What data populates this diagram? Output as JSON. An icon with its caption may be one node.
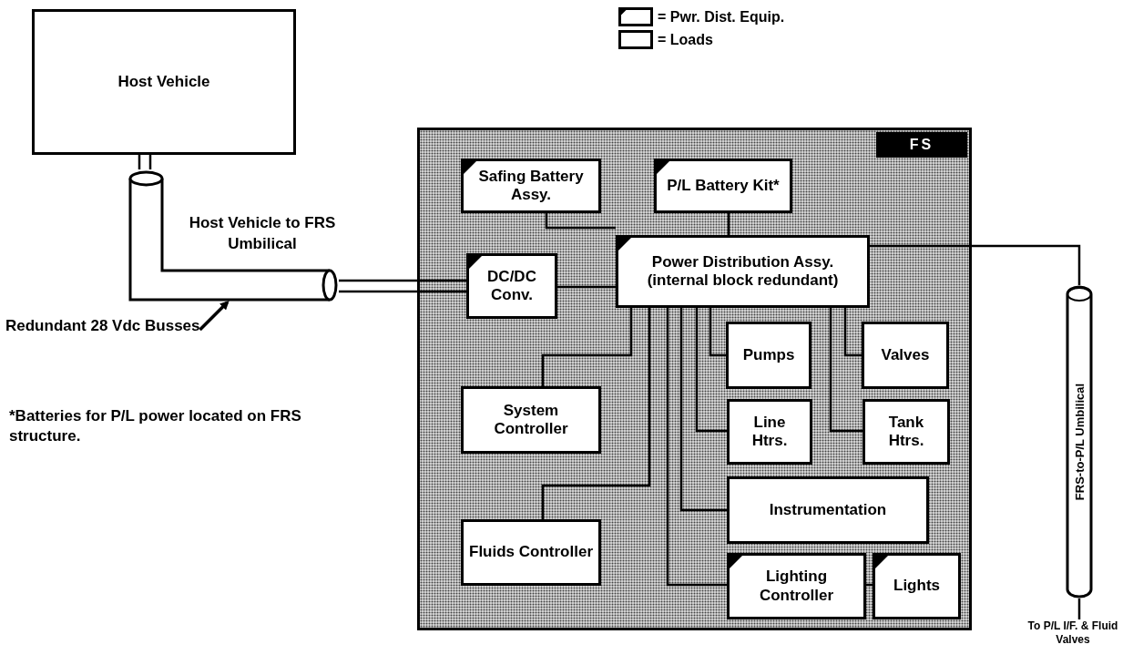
{
  "diagram": {
    "nodes": [
      {
        "text": [
          "Host Vehicle"
        ]
      },
      {
        "text": [
          "Host Vehicle to FRS Umbilical"
        ]
      },
      {
        "text": [
          "Redundant 28 Vdc Busses"
        ]
      },
      {
        "text": [
          "FS"
        ]
      },
      {
        "text": [
          "Safing Battery Assy."
        ],
        "in": 3
      },
      {
        "text": [
          "P/L Battery Kit*"
        ],
        "in": 3
      },
      {
        "text": [
          "Power Distribution Assy. (internal block redundant)"
        ],
        "in": 3
      },
      {
        "text": [
          "DC/DC Conv."
        ],
        "in": 3
      },
      {
        "text": [
          "Pumps"
        ],
        "in": 3
      },
      {
        "text": [
          "Valves"
        ],
        "in": 3
      },
      {
        "text": [
          "System Controller"
        ],
        "in": 3
      },
      {
        "text": [
          "Line Htrs."
        ],
        "in": 3
      },
      {
        "text": [
          "Tank Htrs."
        ],
        "in": 3
      },
      {
        "text": [
          "Instrumentation"
        ],
        "in": 3
      },
      {
        "text": [
          "Fluids Controller"
        ],
        "in": 3
      },
      {
        "text": [
          "Lighting Controller"
        ],
        "in": 3
      },
      {
        "text": [
          "Lights"
        ],
        "in": 3
      },
      {
        "text": [
          "FRS-to-P/L Umbilical"
        ]
      },
      {
        "text": [
          "To P/L I/F. & Fluid Valves"
        ]
      }
    ],
    "edges": [
      {
        "from": 0,
        "to": 1,
        "arrow": "none"
      },
      {
        "from": 1,
        "to": 7,
        "arrow": "none"
      },
      {
        "from": 4,
        "to": 6,
        "arrow": "none"
      },
      {
        "from": 5,
        "to": 6,
        "arrow": "none"
      },
      {
        "from": 7,
        "to": 6,
        "arrow": "none"
      },
      {
        "from": 6,
        "to": 10,
        "arrow": "none"
      },
      {
        "from": 6,
        "to": 14,
        "arrow": "none"
      },
      {
        "from": 6,
        "to": 8,
        "arrow": "none"
      },
      {
        "from": 6,
        "to": 11,
        "arrow": "none"
      },
      {
        "from": 6,
        "to": 13,
        "arrow": "none"
      },
      {
        "from": 6,
        "to": 15,
        "arrow": "none"
      },
      {
        "from": 6,
        "to": 9,
        "arrow": "none"
      },
      {
        "from": 6,
        "to": 12,
        "arrow": "none"
      },
      {
        "from": 15,
        "to": 16,
        "arrow": "none"
      },
      {
        "from": 6,
        "to": 17,
        "arrow": "none"
      },
      {
        "from": 17,
        "to": 18,
        "arrow": "none"
      },
      {
        "from": 2,
        "to": null,
        "arrow": "to"
      }
    ],
    "labels": [
      "*Batteries for P/L power located on FRS structure."
    ],
    "legend": [
      {
        "text": "= Pwr. Dist. Equip."
      },
      {
        "text": "= Loads"
      }
    ]
  }
}
